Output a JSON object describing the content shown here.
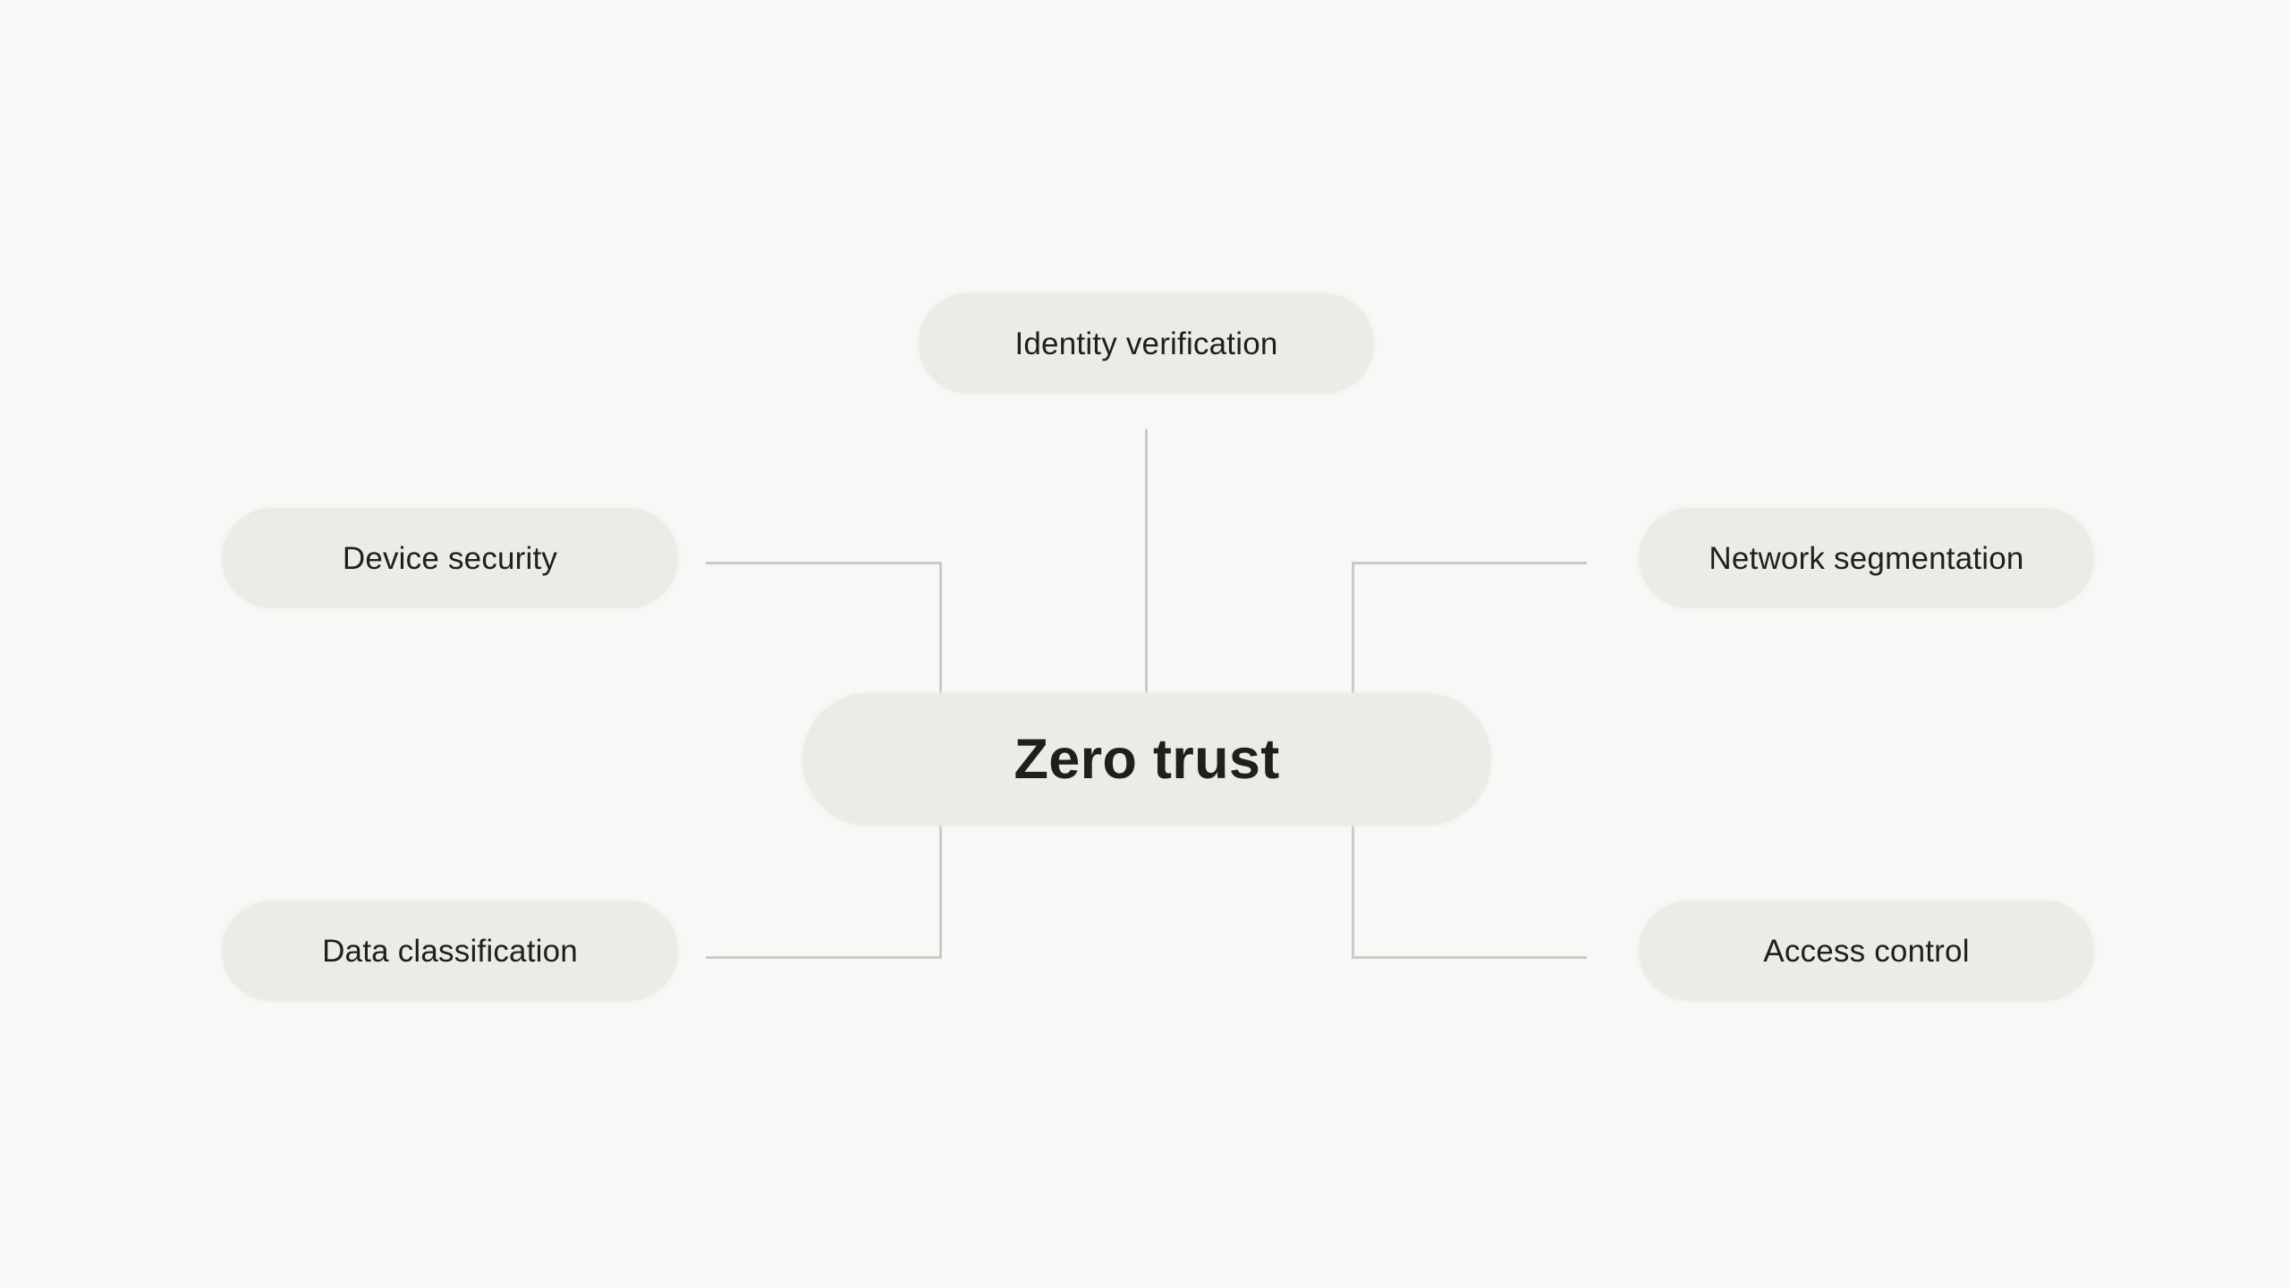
{
  "diagram": {
    "title": "Zero trust",
    "center": {
      "label": "Zero trust"
    },
    "nodes": [
      {
        "id": "identity",
        "label": "Identity verification",
        "position": "top"
      },
      {
        "id": "device",
        "label": "Device security",
        "position": "upper-left"
      },
      {
        "id": "network",
        "label": "Network segmentation",
        "position": "upper-right"
      },
      {
        "id": "data",
        "label": "Data classification",
        "position": "lower-left"
      },
      {
        "id": "access",
        "label": "Access control",
        "position": "lower-right"
      }
    ],
    "colors": {
      "background": "#F9F8F6",
      "pill": "#ECEBE7",
      "text": "#1F1F1D",
      "connector": "#CBCAC7"
    }
  }
}
